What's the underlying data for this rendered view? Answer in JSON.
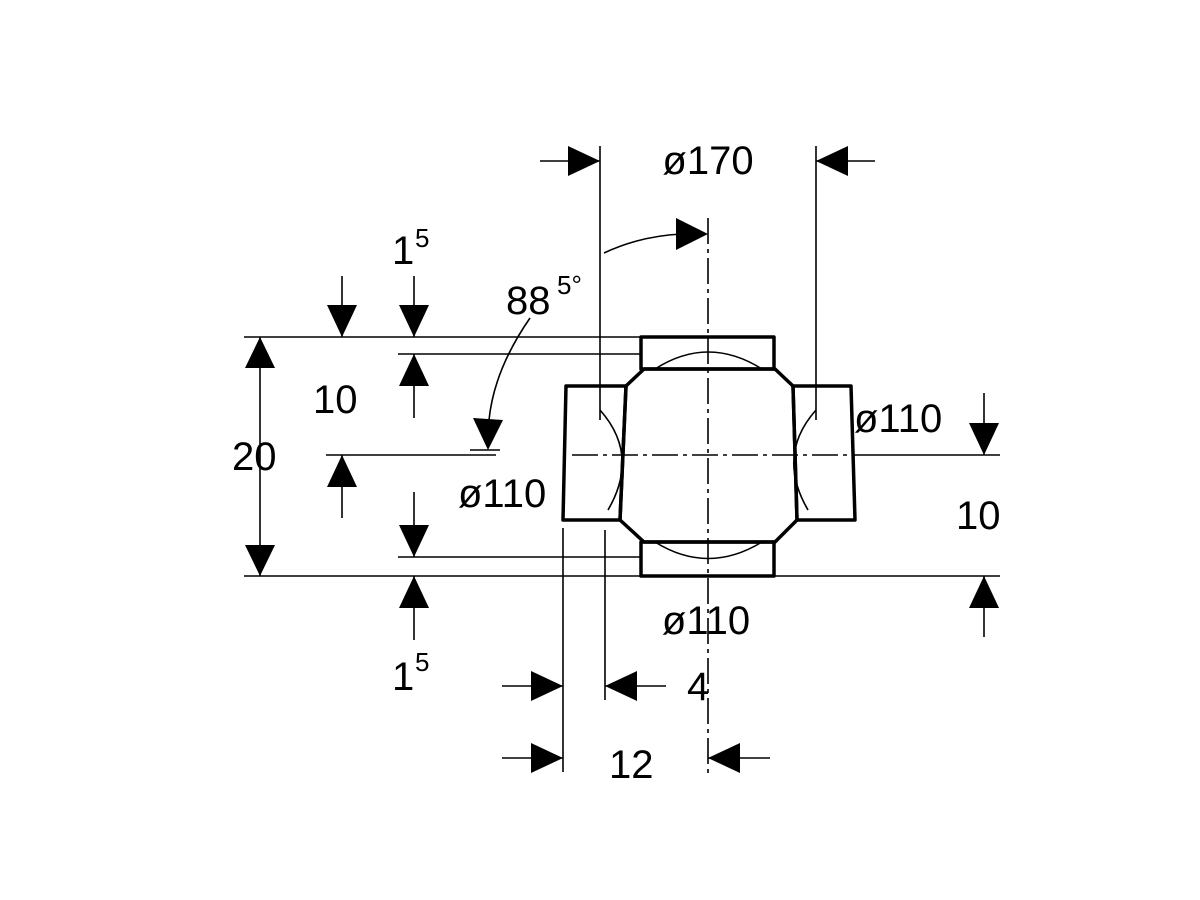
{
  "dimensions": {
    "top_diameter": "ø170",
    "angle": "88",
    "angle_sup": "5°",
    "right_diameter": "ø110",
    "left_diameter": "ø110",
    "bottom_diameter": "ø110",
    "overall_height": "20",
    "left_half_height": "10",
    "right_half_height": "10",
    "top_chamfer_main": "1",
    "top_chamfer_sup": "5",
    "bottom_chamfer_main": "1",
    "bottom_chamfer_sup": "5",
    "width_small": "4",
    "width_large": "12"
  }
}
